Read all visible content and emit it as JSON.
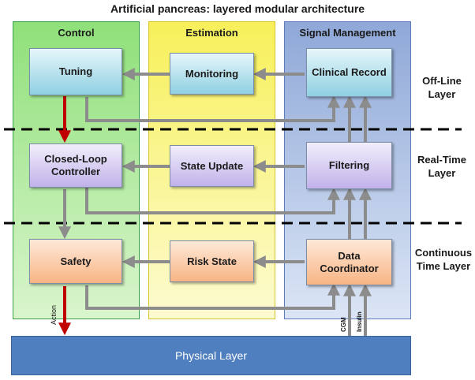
{
  "title": "Artificial pancreas: layered modular architecture",
  "columns": {
    "control": "Control",
    "estimation": "Estimation",
    "signal": "Signal Management"
  },
  "boxes": {
    "tuning": "Tuning",
    "monitoring": "Monitoring",
    "clinical_record": "Clinical Record",
    "closed_loop": "Closed-Loop Controller",
    "state_update": "State Update",
    "filtering": "Filtering",
    "safety": "Safety",
    "risk_state": "Risk State",
    "data_coordinator": "Data Coordinator"
  },
  "layers": {
    "offline": "Off-Line Layer",
    "realtime": "Real-Time Layer",
    "continuous": "Continuous Time Layer"
  },
  "physical": "Physical Layer",
  "signals": {
    "action": "Action",
    "cgm": "CGM",
    "insulin": "Insulin"
  },
  "colors": {
    "arrow_gray": "#8c8c8c",
    "arrow_red": "#c00000",
    "physical": "#4f7fbf"
  }
}
